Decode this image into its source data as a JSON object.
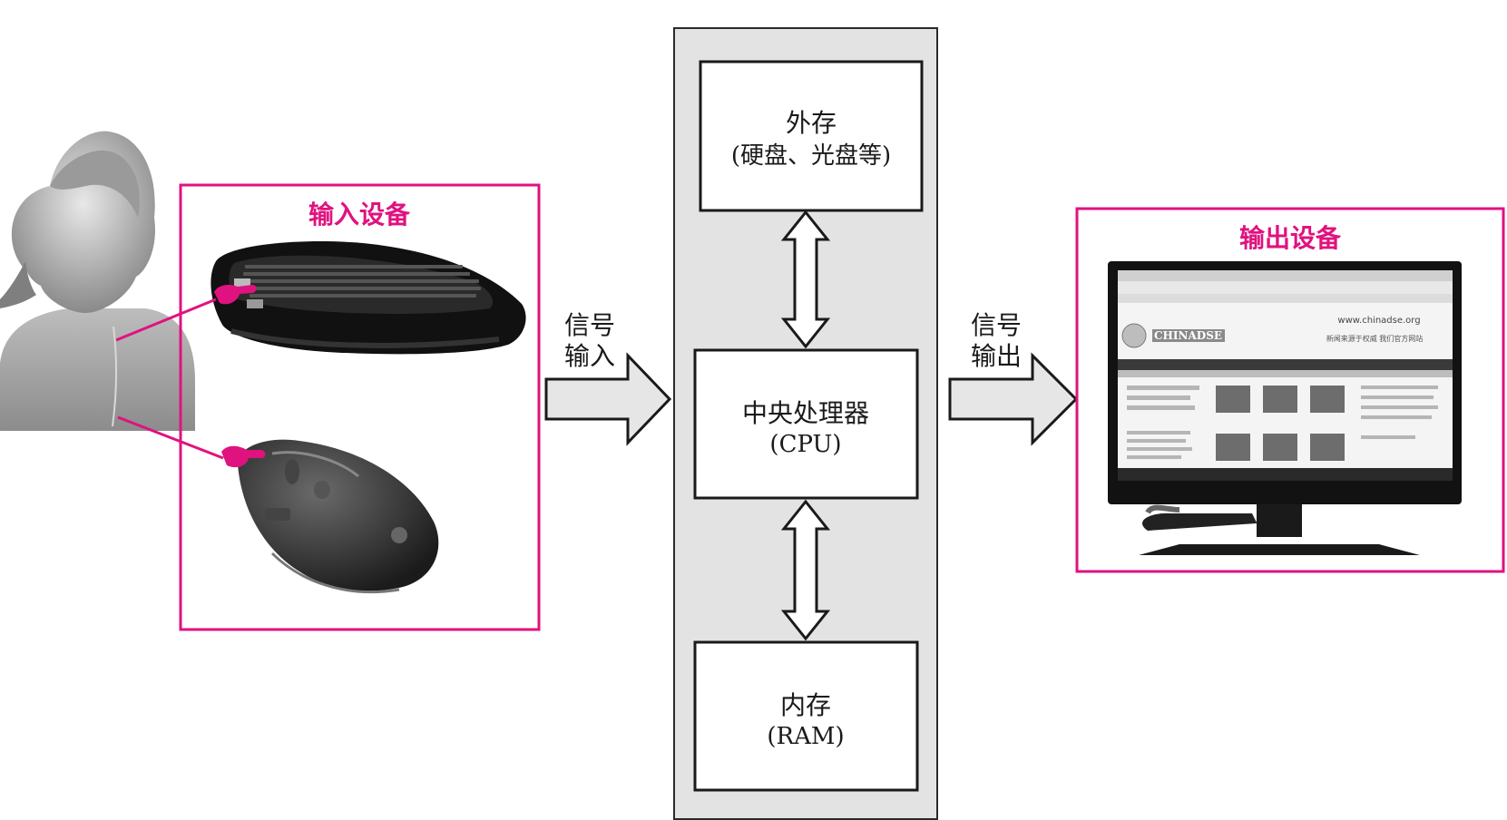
{
  "input_devices": {
    "title": "输入设备"
  },
  "output_devices": {
    "title": "输出设备"
  },
  "signal_in": {
    "line1": "信号",
    "line2": "输入"
  },
  "signal_out": {
    "line1": "信号",
    "line2": "输出"
  },
  "external_storage": {
    "line1": "外存",
    "line2": "(硬盘、光盘等)"
  },
  "cpu": {
    "line1": "中央处理器",
    "line2": "(CPU)"
  },
  "memory": {
    "line1": "内存",
    "line2": "(RAM)"
  },
  "monitor_screen": {
    "site": "www.chinadse.org",
    "brand": "CHINADSE",
    "tagline": "新闻来源于权威 我们官方网站"
  },
  "colors": {
    "accent": "#e0127f",
    "panel": "#e3e3e3",
    "arrow_fill": "#e6e6e6"
  }
}
